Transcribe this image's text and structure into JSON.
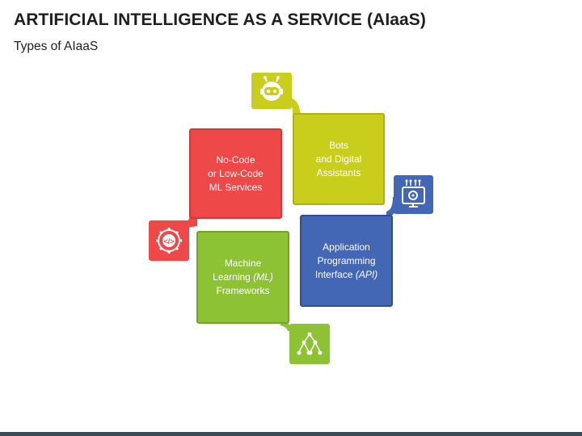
{
  "title": "ARTIFICIAL INTELLIGENCE AS A SERVICE (AIaaS)",
  "subtitle": "Types of AIaaS",
  "colors": {
    "red": "#ef4848",
    "yellow": "#c9cd1b",
    "blue": "#4367b5",
    "green": "#8dc234",
    "title": "#1f1f1f",
    "bottom_bar": "#3d4a57"
  },
  "cards": {
    "no_code": {
      "line1": "No-Code",
      "line2": "or Low-Code",
      "line3": "ML Services",
      "icon": "gear-code-icon"
    },
    "bots": {
      "line1": "Bots",
      "line2": "and Digital",
      "line3": "Assistants",
      "icon": "robot-icon"
    },
    "api": {
      "line1": "Application",
      "line2": "Programming",
      "line3_prefix": "Interface ",
      "line3_italic": "(API)",
      "icon": "monitor-gear-icon"
    },
    "ml": {
      "line1": "Machine",
      "line2_prefix": "Learning ",
      "line2_italic": "(ML)",
      "line3": "Frameworks",
      "icon": "network-tree-icon"
    }
  }
}
